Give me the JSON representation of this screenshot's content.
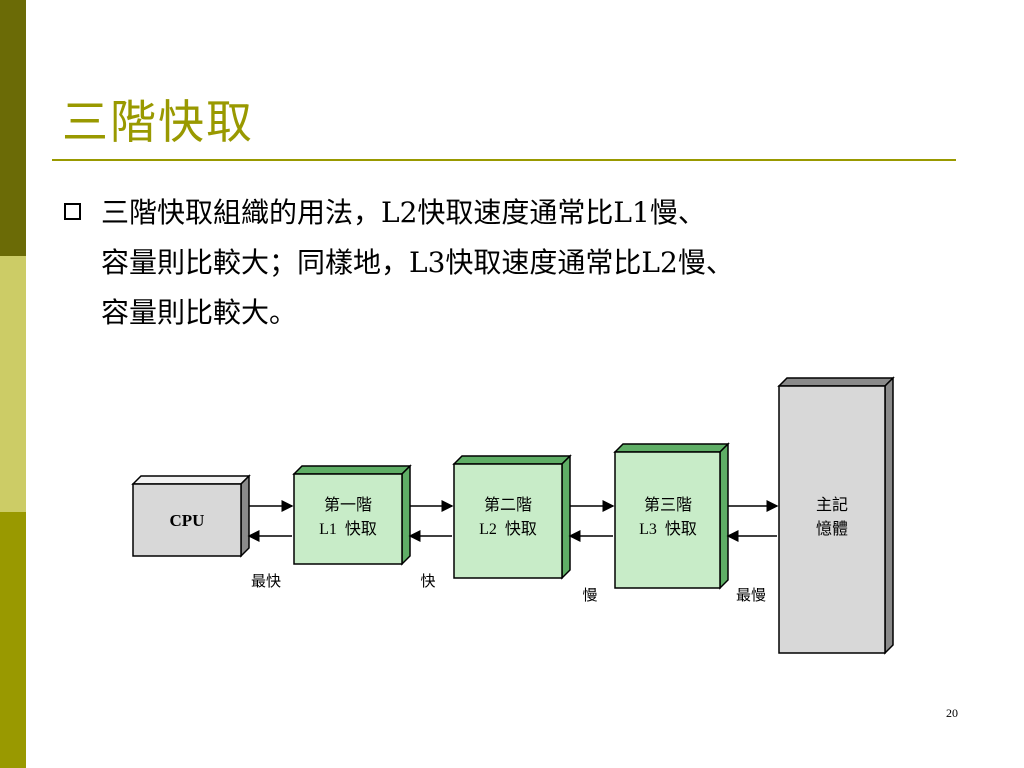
{
  "slide": {
    "title": "三階快取",
    "body_lines": [
      "三階快取組織的用法，L2快取速度通常比L1慢、",
      "容量則比較大；同樣地，L3快取速度通常比L2慢、",
      "容量則比較大。"
    ],
    "page_number": "20"
  },
  "diagram": {
    "cpu_label": "CPU",
    "caches": [
      {
        "line1": "第一階",
        "line2": "L1  快取"
      },
      {
        "line1": "第二階",
        "line2": "L2  快取"
      },
      {
        "line1": "第三階",
        "line2": "L3  快取"
      }
    ],
    "memory": {
      "line1": "主記",
      "line2": "憶體"
    },
    "speed_labels": [
      "最快",
      "快",
      "慢",
      "最慢"
    ]
  },
  "colors": {
    "accent": "#999900",
    "sidebar_dark": "#6b6b06",
    "sidebar_light": "#cccc66",
    "cache_fill": "#c8ecc8",
    "cache_side": "#5fae66",
    "cpu_fill": "#d8d8d8",
    "side_gray": "#8a8a8a"
  }
}
